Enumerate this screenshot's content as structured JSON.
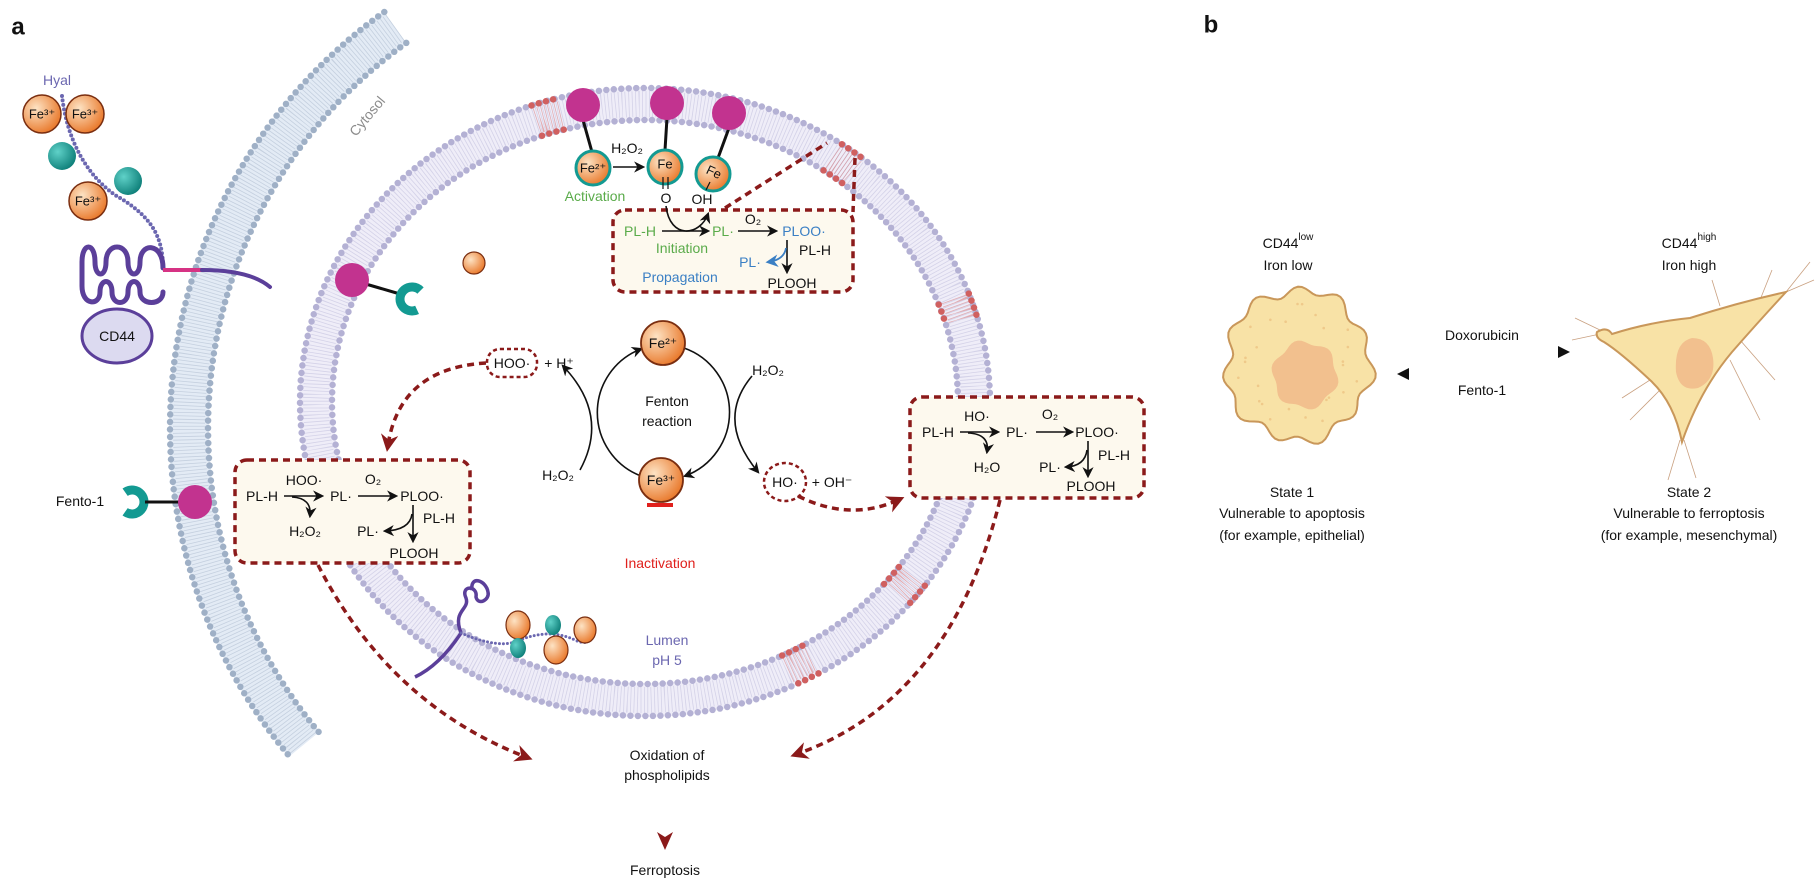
{
  "panel_labels": {
    "a": "a",
    "b": "b"
  },
  "colors": {
    "plasma_membrane_head": "#9fb0c6",
    "plasma_membrane_band": "#e3ebf5",
    "lysosome_membrane_head": "#b4b1d4",
    "lysosome_membrane_band": "#efedf8",
    "oxidized_lipid": "#d06060",
    "dashed_arrow": "#8b1a1a",
    "anchor": "#c2338f",
    "fento1": "#139a92",
    "activation": "#5aab4a",
    "propagation": "#3a7fc4",
    "inactivation": "#e0201c",
    "cell": "#f8e2a6",
    "nucleus": "#f2c08e"
  },
  "extracellular": {
    "hyal": "Hyal",
    "fe3_a": "Fe³⁺",
    "fe3_b": "Fe³⁺",
    "fe3_c": "Fe³⁺",
    "cd44": "CD44",
    "cytosol": "Cytosol",
    "fento1": "Fento-1"
  },
  "activation": {
    "fe2": "Fe²⁺",
    "h2o2": "H₂O₂",
    "fe_oxo": "Fe",
    "o": "O",
    "fe_oh": "Fe",
    "oh": "OH",
    "label": "Activation"
  },
  "top_box": {
    "plh": "PL-H",
    "initiation": "Initiation",
    "pl_radical": "PL·",
    "o2": "O₂",
    "ploo": "PLOO·",
    "plh2": "PL-H",
    "pl_radical2": "PL·",
    "plooh": "PLOOH",
    "propagation": "Propagation"
  },
  "fenton": {
    "hoo": "HOO·",
    "plus_h": "+ H⁺",
    "fe2": "Fe²⁺",
    "title_line1": "Fenton",
    "title_line2": "reaction",
    "h2o2_left": "H₂O₂",
    "h2o2_right": "H₂O₂",
    "fe3": "Fe³⁺",
    "inactivation": "Inactivation",
    "ho": "HO·",
    "plus_oh": "+ OH⁻"
  },
  "left_box": {
    "plh": "PL-H",
    "hoo": "HOO·",
    "pl_radical": "PL·",
    "o2": "O₂",
    "ploo": "PLOO·",
    "plh2": "PL-H",
    "pl_radical2": "PL·",
    "h2o2": "H₂O₂",
    "plooh": "PLOOH"
  },
  "right_box": {
    "plh": "PL-H",
    "ho": "HO·",
    "pl_radical": "PL·",
    "h2o": "H₂O",
    "o2": "O₂",
    "ploo": "PLOO·",
    "plh2": "PL-H",
    "pl_radical2": "PL·",
    "plooh": "PLOOH"
  },
  "lumen": {
    "label": "Lumen",
    "ph": "pH 5"
  },
  "outcome": {
    "line1": "Oxidation of",
    "line2": "phospholipids",
    "ferroptosis": "Ferroptosis"
  },
  "panel_b": {
    "state1": {
      "marker": "CD44",
      "marker_sup": "low",
      "iron": "Iron low",
      "state": "State 1",
      "vulnerability": "Vulnerable to apoptosis",
      "example": "(for example, epithelial)"
    },
    "state2": {
      "marker": "CD44",
      "marker_sup": "high",
      "iron": "Iron high",
      "state": "State 2",
      "vulnerability": "Vulnerable to ferroptosis",
      "example": "(for example, mesenchymal)"
    },
    "forward": "Doxorubicin",
    "reverse": "Fento-1"
  }
}
